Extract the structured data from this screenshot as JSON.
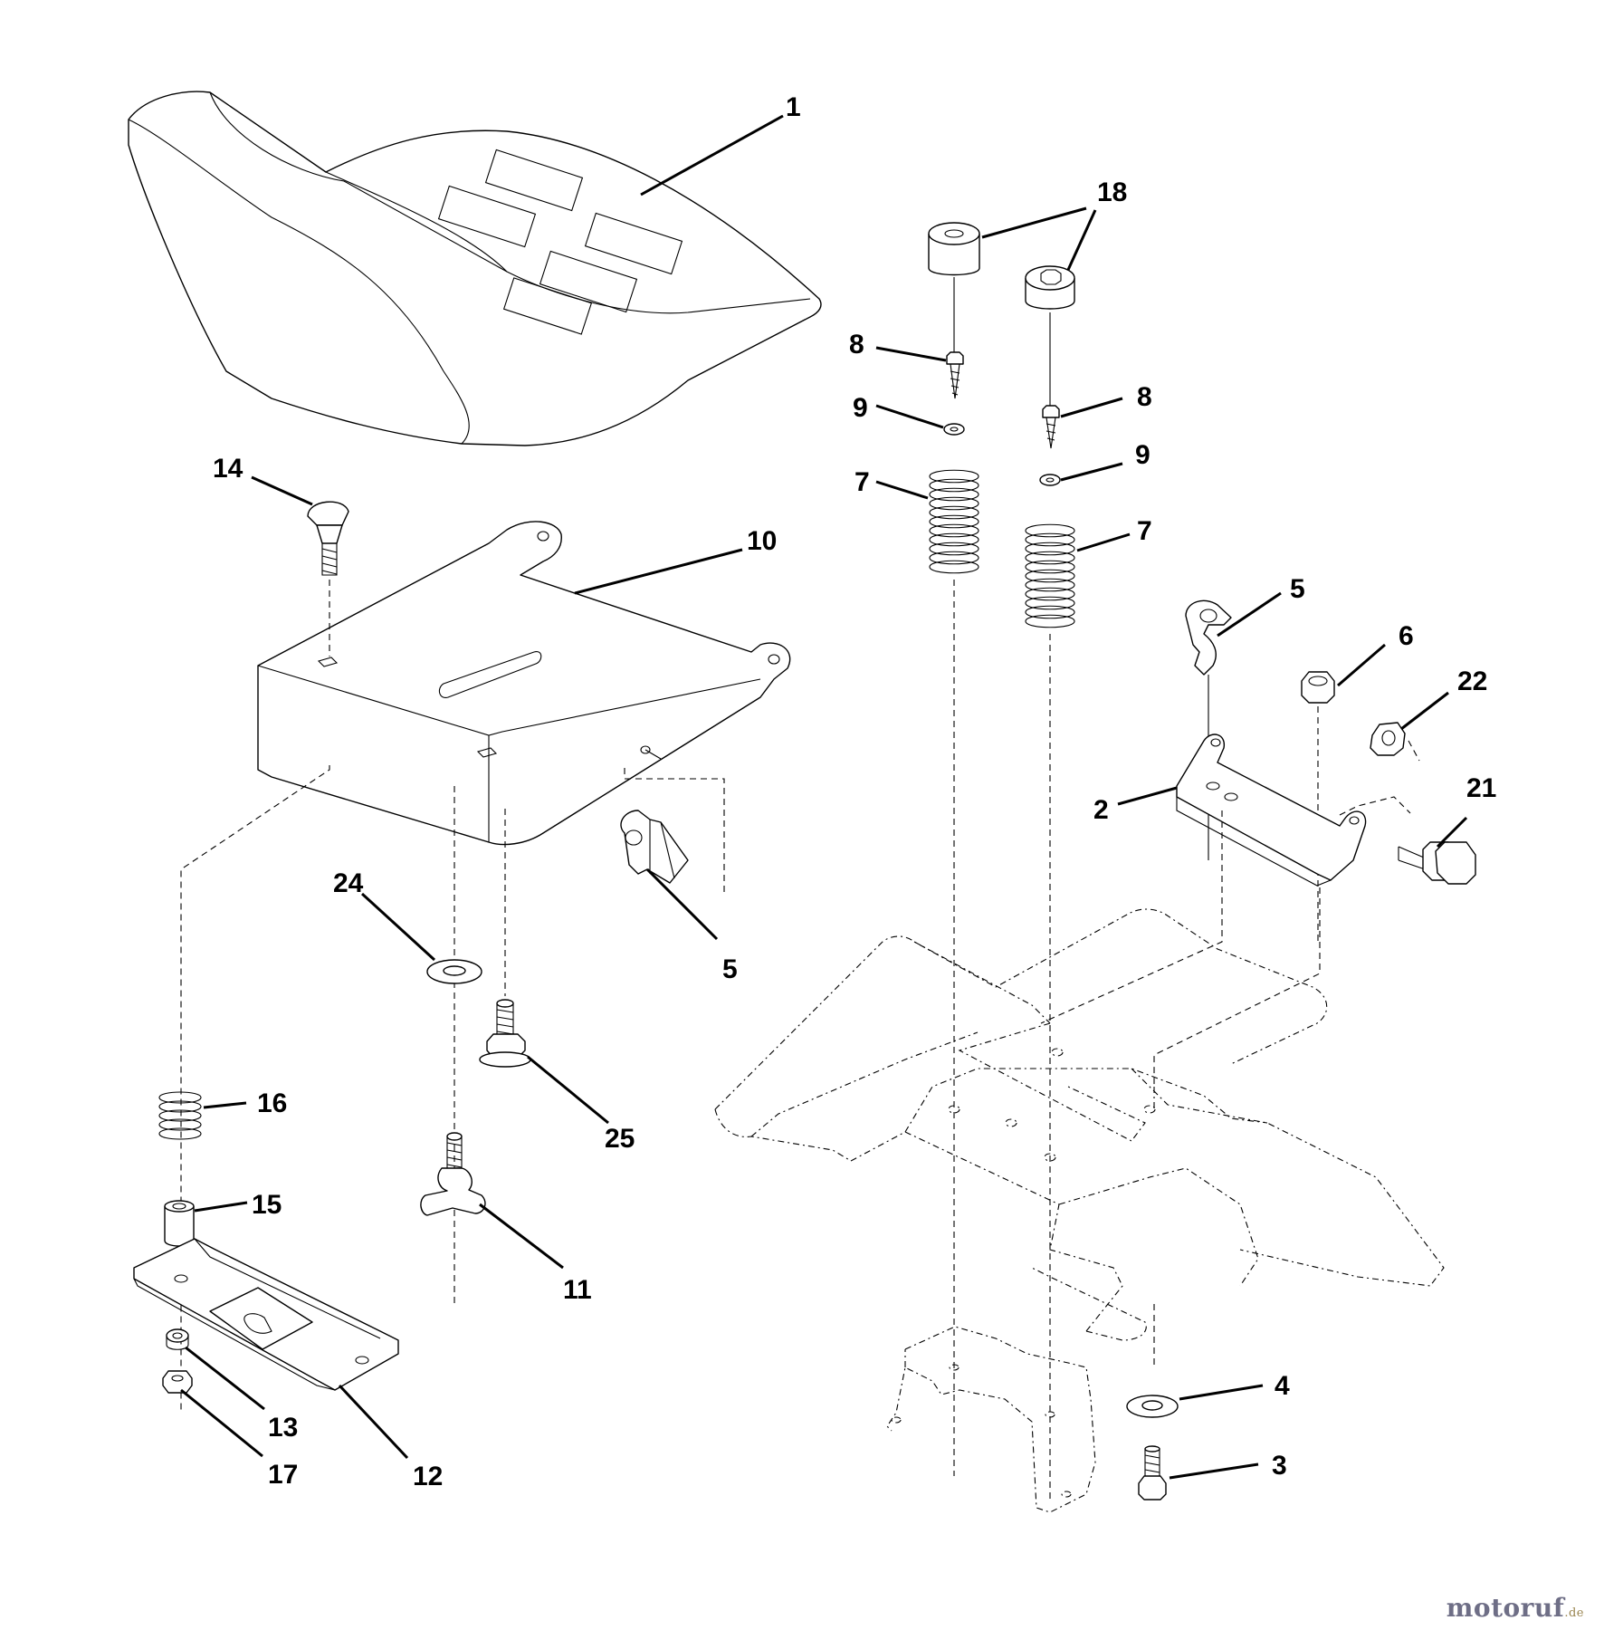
{
  "callouts": {
    "c1": "1",
    "c18": "18",
    "c8a": "8",
    "c8b": "8",
    "c9a": "9",
    "c9b": "9",
    "c7a": "7",
    "c7b": "7",
    "c14": "14",
    "c10": "10",
    "c5a": "5",
    "c5b": "5",
    "c6": "6",
    "c22": "22",
    "c2": "2",
    "c21": "21",
    "c24": "24",
    "c25": "25",
    "c16": "16",
    "c15": "15",
    "c11": "11",
    "c13": "13",
    "c17": "17",
    "c12": "12",
    "c4": "4",
    "c3": "3"
  },
  "watermark": {
    "name": "motoruf",
    "suffix": ".de"
  }
}
